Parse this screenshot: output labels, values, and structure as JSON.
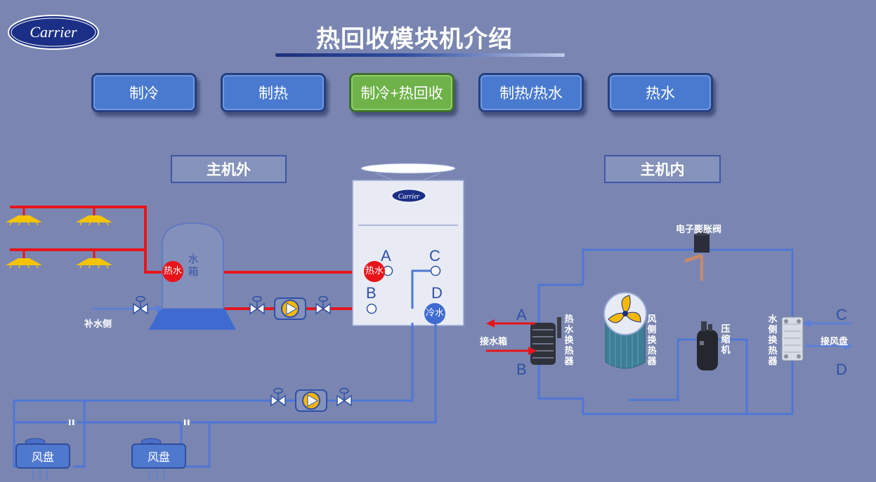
{
  "logo_text": "Carrier",
  "title": "热回收模块机介绍",
  "modes": [
    {
      "label": "制冷",
      "active": false
    },
    {
      "label": "制热",
      "active": false
    },
    {
      "label": "制冷+热回收",
      "active": true
    },
    {
      "label": "制热/热水",
      "active": false
    },
    {
      "label": "热水",
      "active": false
    }
  ],
  "sections": {
    "outside": "主机外",
    "inside": "主机内"
  },
  "outside": {
    "tank": "水箱",
    "tank_badge": "热水",
    "makeup_label": "补水侧",
    "unit_badge_hot": "热水",
    "unit_badge_cold": "冷水",
    "ports": [
      "A",
      "B",
      "C",
      "D"
    ],
    "fan_coil": "风盘"
  },
  "inside": {
    "expansion_valve": "电子膨胀阀",
    "hot_water_hx": "热水换热器",
    "air_hx": "风侧换热器",
    "compressor": "压缩机",
    "water_hx": "水侧换热器",
    "to_tank": "接水箱",
    "to_fcu": "接风盘",
    "ports": [
      "A",
      "B",
      "C",
      "D"
    ]
  },
  "colors": {
    "hot": "#e8141b",
    "cold": "#3f6ad0",
    "active": "#6fb24a",
    "button": "#4a7ad0"
  }
}
